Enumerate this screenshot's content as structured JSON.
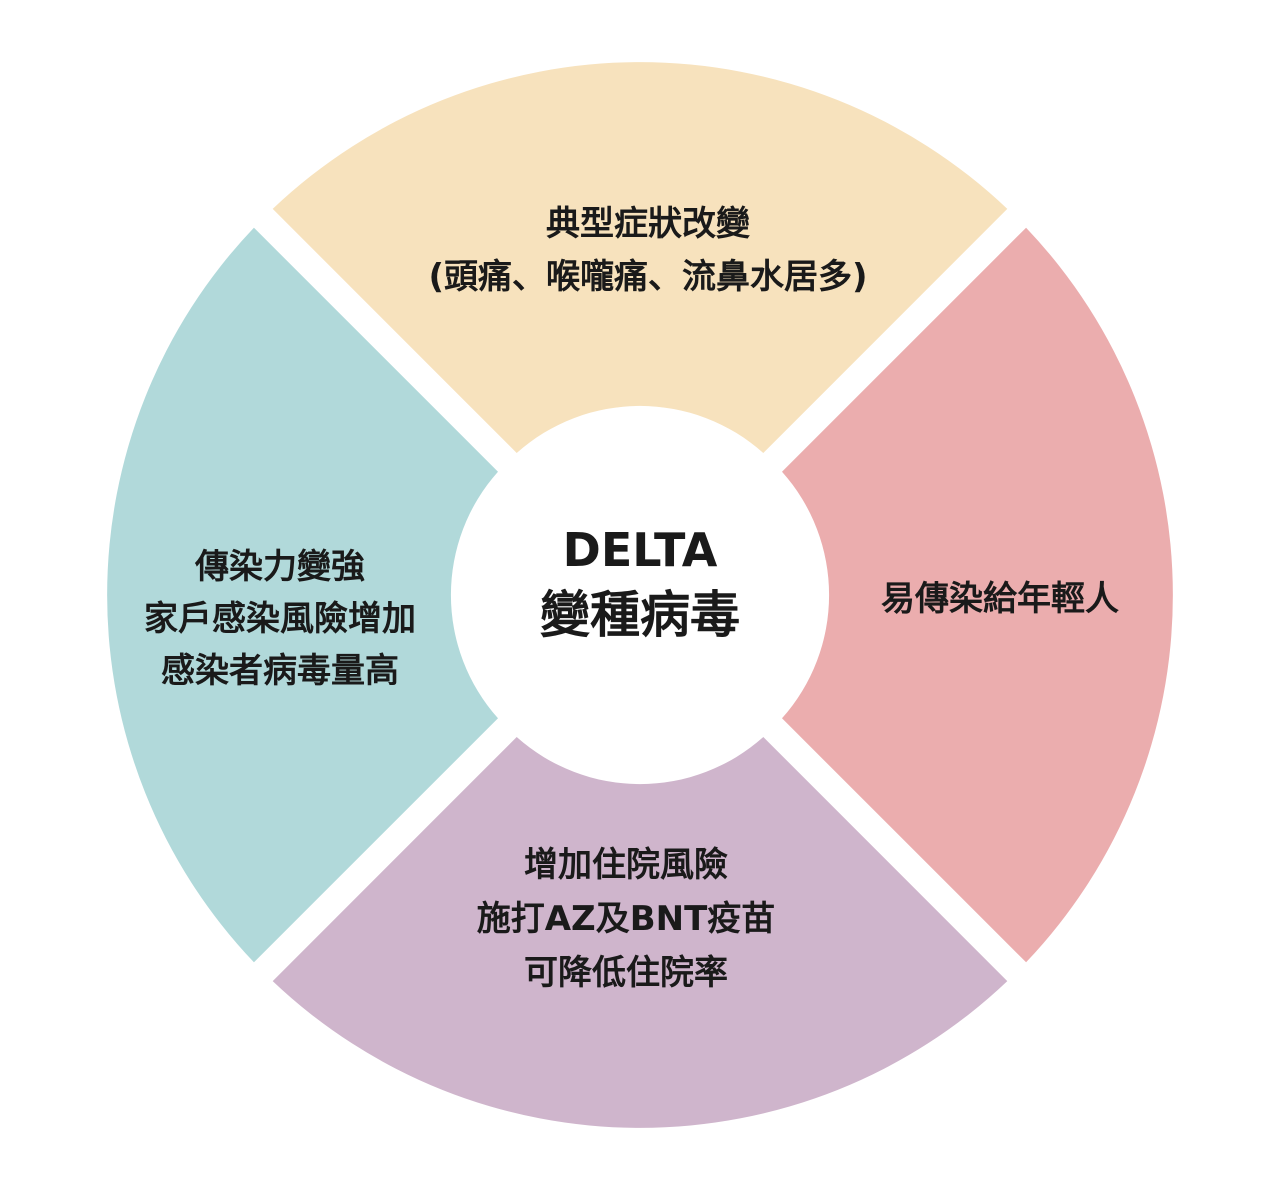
{
  "center": {
    "line1": "DELTA",
    "line2": "變種病毒"
  },
  "segments": {
    "top": {
      "color": "#f7e2bd",
      "lines": [
        "典型症狀改變",
        "(頭痛、喉嚨痛、流鼻水居多)"
      ]
    },
    "right": {
      "color": "#ebadae",
      "lines": [
        "易傳染給年輕人"
      ]
    },
    "bottom": {
      "color": "#cfb5cc",
      "lines": [
        "增加住院風險",
        "施打AZ及BNT疫苗",
        "可降低住院率"
      ]
    },
    "left": {
      "color": "#b1d9da",
      "lines": [
        "傳染力變強",
        "家戶感染風險增加",
        "感染者病毒量高"
      ]
    }
  }
}
